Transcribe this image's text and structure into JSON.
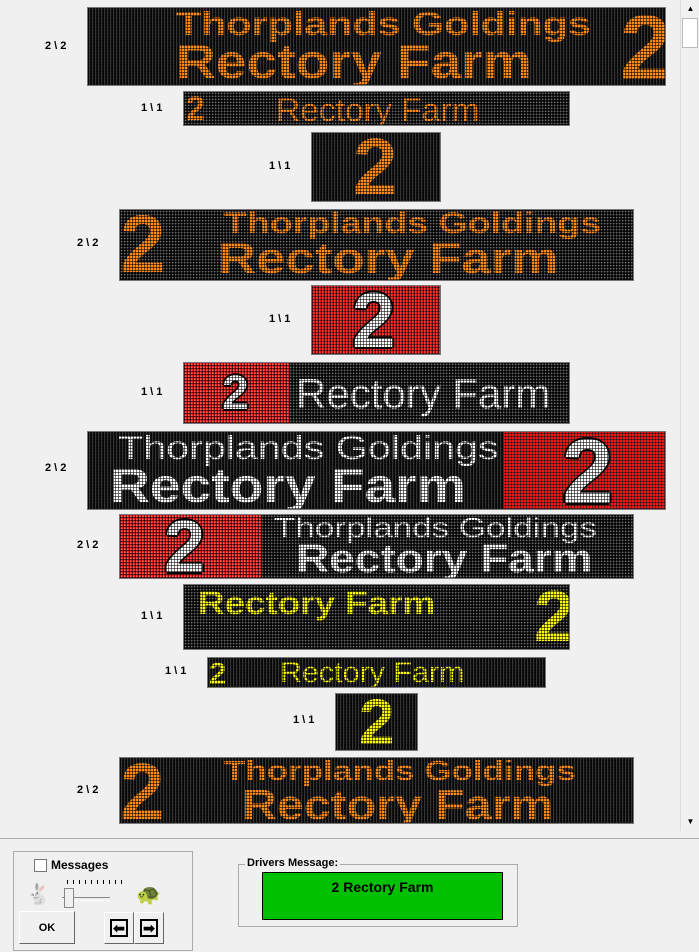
{
  "signs": [
    {
      "label": "2 \\ 2",
      "line1": "Thorplands  Goldings",
      "line2": "Rectory Farm",
      "number": "2"
    },
    {
      "label": "1 \\ 1",
      "text": "Rectory Farm",
      "number": "2"
    },
    {
      "label": "1 \\ 1",
      "number": "2"
    },
    {
      "label": "2 \\ 2",
      "line1": "Thorplands  Goldings",
      "line2": "Rectory Farm",
      "number": "2"
    },
    {
      "label": "1 \\ 1",
      "number": "2"
    },
    {
      "label": "1 \\ 1",
      "text": "Rectory Farm",
      "number": "2"
    },
    {
      "label": "2 \\ 2",
      "line1": "Thorplands  Goldings",
      "line2": "Rectory Farm",
      "number": "2"
    },
    {
      "label": "2 \\ 2",
      "line1": "Thorplands  Goldings",
      "line2": "Rectory Farm",
      "number": "2"
    },
    {
      "label": "1 \\ 1",
      "text": "Rectory Farm",
      "number": "2"
    },
    {
      "label": "1 \\ 1",
      "text": "Rectory Farm",
      "number": "2"
    },
    {
      "label": "1 \\ 1",
      "number": "2"
    },
    {
      "label": "2 \\ 2",
      "line1": "Thorplands  Goldings",
      "line2": "Rectory Farm",
      "number": "2"
    }
  ],
  "controls": {
    "messages_label": "Messages",
    "ok_label": "OK",
    "prev_icon": "arrow-left-icon",
    "next_icon": "arrow-right-icon",
    "speed_fast_icon": "rabbit-icon",
    "speed_slow_icon": "tortoise-icon",
    "messages_checked": false
  },
  "drivers": {
    "title": "Drivers Message:",
    "message": "2 Rectory Farm"
  },
  "colors": {
    "orange": "#ff8c14",
    "yellow": "#ffff00",
    "red": "#e81010",
    "green": "#00c000"
  }
}
